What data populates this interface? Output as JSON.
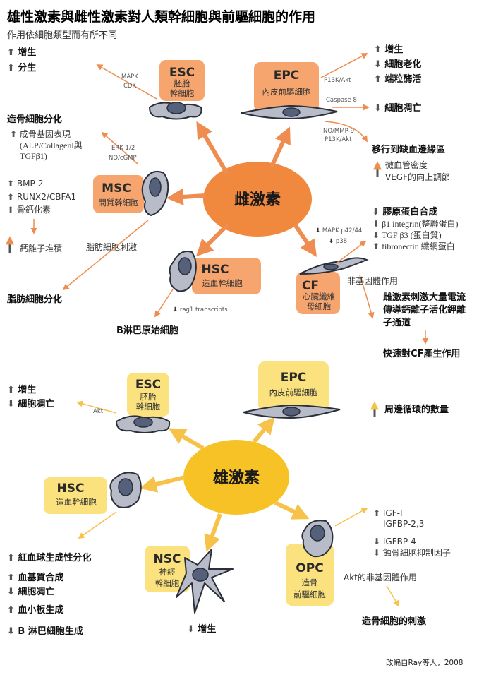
{
  "title": "雄性激素與雌性激素對人類幹細胞與前驅細胞的作用",
  "subtitle": "作用依細胞類型而有所不同",
  "credit": "改編自Ray等人，2008",
  "colors": {
    "estrogen_hub": "#f0883e",
    "estrogen_cell_box": "#f6a56e",
    "androgen_hub": "#f7c226",
    "androgen_cell_box": "#fbe27e",
    "arrow_orange": "#ef8c4f",
    "arrow_yellow": "#f6c24a",
    "cell_fill": "#b8bcc8",
    "nucleus_fill": "#55607a"
  },
  "estrogen": {
    "hub": "雌激素",
    "esc": {
      "abbr": "ESC",
      "name1": "胚胎",
      "name2": "幹細胞",
      "mediators": [
        "MAPK",
        "CDK"
      ],
      "effects": [
        {
          "dir": "up",
          "text": "增生"
        },
        {
          "dir": "up",
          "text": "分生"
        }
      ]
    },
    "epc": {
      "abbr": "EPC",
      "name": "內皮前驅細胞",
      "mediators": [
        "P13K/Akt",
        "Caspase 8",
        "NO/MMP-9",
        "P13K/Akt"
      ],
      "effects": [
        {
          "dir": "up",
          "text": "增生"
        },
        {
          "dir": "down",
          "text": "細胞老化"
        },
        {
          "dir": "up",
          "text": "端粒酶活"
        }
      ],
      "apoptosis": {
        "dir": "down",
        "text": "細胞凋亡"
      },
      "migration": "移行到缺血邊緣區",
      "vascular1": "微血管密度",
      "vascular2": "VEGF的向上調節"
    },
    "msc": {
      "abbr": "MSC",
      "name": "間質幹細胞",
      "mediators": [
        "ERK 1/2",
        "NO/cGMP"
      ],
      "osteo_title": "造骨細胞分化",
      "osteo_lines": [
        "成骨基因表現",
        "(ALP/Collagenl與",
        "TGFβ1)"
      ],
      "markers": [
        {
          "dir": "up",
          "text": "BMP-2"
        },
        {
          "dir": "up",
          "text": "RUNX2/CBFA1"
        },
        {
          "dir": "up",
          "text": "骨鈣化素"
        }
      ],
      "calcium": "鈣離子堆積",
      "adipo_stim": "脂肪細胞刺激",
      "adipo": "脂肪細胞分化"
    },
    "hsc": {
      "abbr": "HSC",
      "name": "造血幹細胞",
      "mediator": "rag1 transcripts",
      "effect": "B淋巴原始細胞"
    },
    "cf": {
      "abbr": "CF",
      "name1": "心臟纖維",
      "name2": "母細胞",
      "mediators": [
        "MAPK p42/44",
        "p38"
      ],
      "collagen_title": "膠原蛋白合成",
      "collagen_items": [
        {
          "dir": "down",
          "text": "β1 integrin(整聯蛋白)"
        },
        {
          "dir": "down",
          "text": "TGF β3 (蛋白質)"
        },
        {
          "dir": "up",
          "text": "fibronectin 纖網蛋白"
        }
      ],
      "nongenomic": "非基因體作用",
      "ca_lines": [
        "雌激素刺激大量電流",
        "傳導鈣離子活化鉀離",
        "子通道"
      ],
      "ca_result": "快速對CF產生作用"
    }
  },
  "androgen": {
    "hub": "雄激素",
    "esc": {
      "abbr": "ESC",
      "name1": "胚胎",
      "name2": "幹細胞",
      "mediator": "Akt",
      "effects": [
        {
          "dir": "up",
          "text": "增生"
        },
        {
          "dir": "down",
          "text": "細胞凋亡"
        }
      ]
    },
    "epc": {
      "abbr": "EPC",
      "name": "內皮前驅細胞",
      "effect": {
        "dir": "up",
        "text": "周邊循環的數量"
      }
    },
    "hsc": {
      "abbr": "HSC",
      "name": "造血幹細胞",
      "effects": [
        {
          "dir": "up",
          "text": "紅血球生成性分化"
        },
        {
          "dir": "up",
          "text": "血基質合成"
        },
        {
          "dir": "down",
          "text": "細胞凋亡"
        },
        {
          "dir": "up",
          "text": "血小板生成"
        },
        {
          "dir": "down",
          "text": "B 淋巴細胞生成"
        }
      ]
    },
    "nsc": {
      "abbr": "NSC",
      "name1": "神經",
      "name2": "幹細胞",
      "effect": {
        "dir": "down",
        "text": "增生"
      }
    },
    "opc": {
      "abbr": "OPC",
      "name1": "造骨",
      "name2": "前驅細胞",
      "markers": [
        {
          "dir": "up",
          "text": "IGF-I"
        },
        {
          "dir": "up",
          "text": "IGFBP-2,3"
        },
        {
          "dir": "down",
          "text": "IGFBP-4"
        },
        {
          "dir": "down",
          "text": "蝕骨細胞抑制因子"
        }
      ],
      "nongenomic": "Akt的非基因體作用",
      "effect": "造骨細胞的刺激"
    }
  }
}
